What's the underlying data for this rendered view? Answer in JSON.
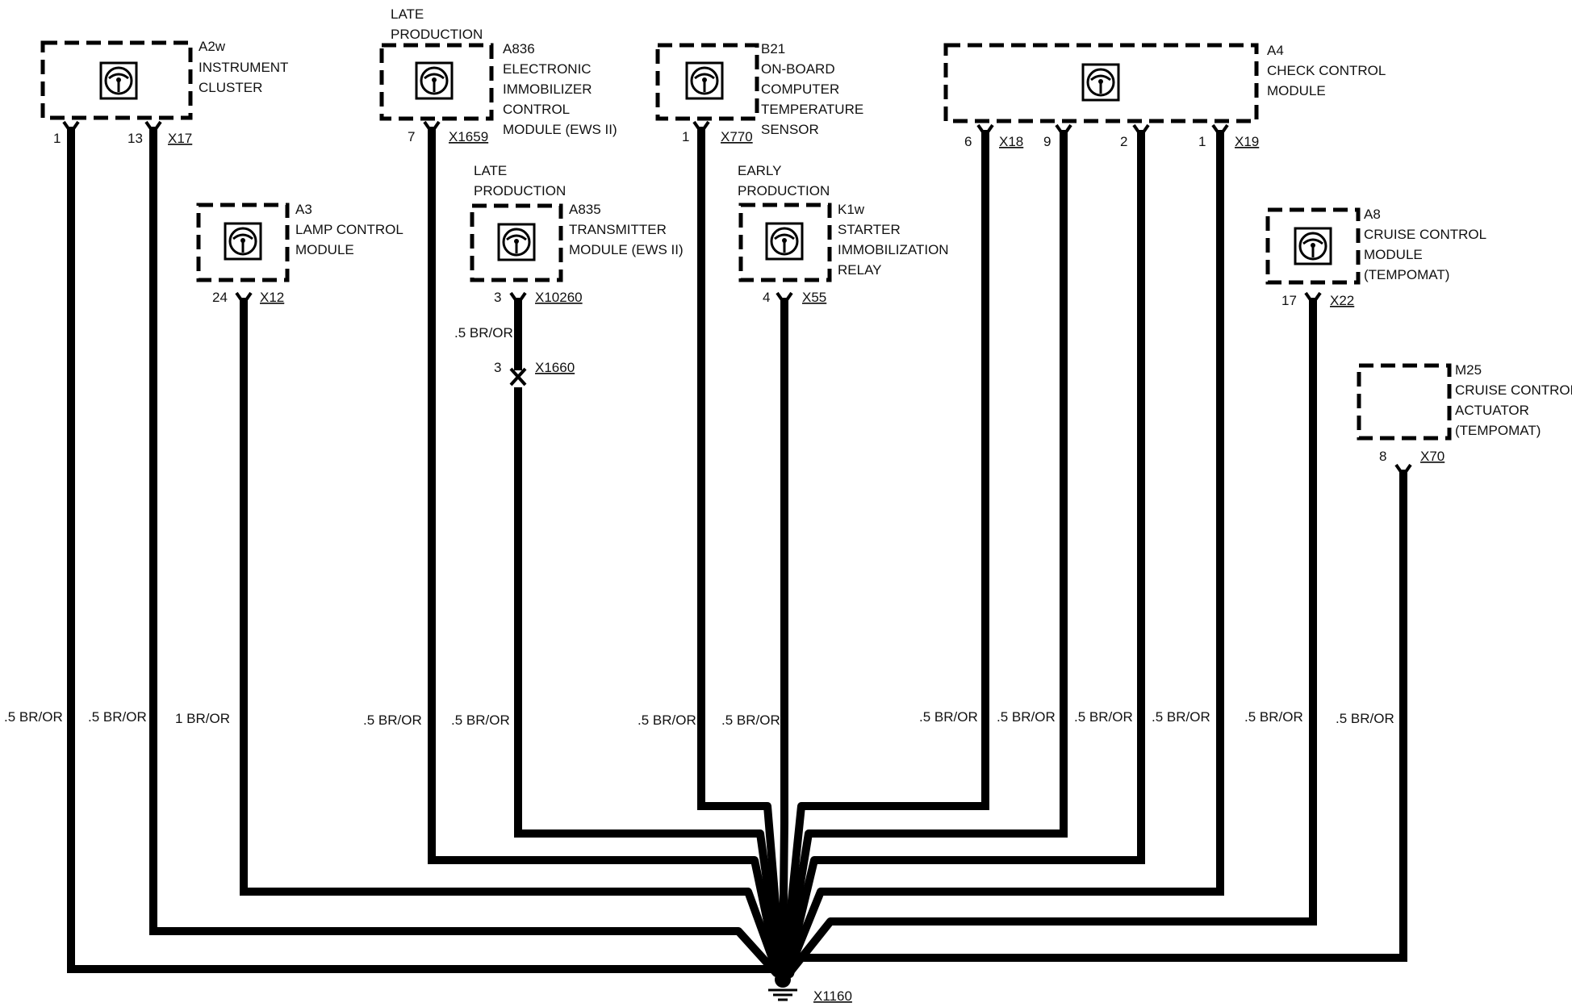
{
  "modules": {
    "a2w": {
      "id": "A2w",
      "l1": "INSTRUMENT",
      "l2": "CLUSTER",
      "connector": "X17",
      "pins": [
        "1",
        "13"
      ]
    },
    "a836": {
      "note1": "LATE",
      "note2": "PRODUCTION",
      "id": "A836",
      "l1": "ELECTRONIC",
      "l2": "IMMOBILIZER",
      "l3": "CONTROL",
      "l4": "MODULE (EWS II)",
      "connector": "X1659",
      "pin": "7"
    },
    "b21": {
      "id": "B21",
      "l1": "ON-BOARD",
      "l2": "COMPUTER",
      "l3": "TEMPERATURE",
      "l4": "SENSOR",
      "connector": "X770",
      "pin": "1"
    },
    "a4": {
      "id": "A4",
      "l1": "CHECK CONTROL",
      "l2": "MODULE",
      "connector_left": "X18",
      "connector_right": "X19",
      "pins": [
        "6",
        "9",
        "2",
        "1"
      ]
    },
    "a3": {
      "id": "A3",
      "l1": "LAMP CONTROL",
      "l2": "MODULE",
      "connector": "X12",
      "pin": "24"
    },
    "a835": {
      "note1": "LATE",
      "note2": "PRODUCTION",
      "id": "A835",
      "l1": "TRANSMITTER",
      "l2": "MODULE (EWS II)",
      "connector": "X10260",
      "pin": "3",
      "inline_connector": "X1660",
      "inline_pin": "3",
      "inline_wire": ".5 BR/OR"
    },
    "k1w": {
      "note1": "EARLY",
      "note2": "PRODUCTION",
      "id": "K1w",
      "l1": "STARTER",
      "l2": "IMMOBILIZATION",
      "l3": "RELAY",
      "connector": "X55",
      "pin": "4"
    },
    "a8": {
      "id": "A8",
      "l1": "CRUISE CONTROL",
      "l2": "MODULE",
      "l3": "(TEMPOMAT)",
      "connector": "X22",
      "pin": "17"
    },
    "m25": {
      "id": "M25",
      "l1": "CRUISE CONTROL",
      "l2": "ACTUATOR",
      "l3": "(TEMPOMAT)",
      "connector": "X70",
      "pin": "8"
    }
  },
  "wires": [
    ".5 BR/OR",
    ".5 BR/OR",
    "1 BR/OR",
    ".5 BR/OR",
    ".5 BR/OR",
    ".5 BR/OR",
    ".5 BR/OR",
    ".5 BR/OR",
    ".5 BR/OR",
    ".5 BR/OR",
    ".5 BR/OR",
    ".5 BR/OR",
    ".5 BR/OR"
  ],
  "ground": {
    "label": "X1160"
  },
  "icons": {
    "module": "steering-wheel-icon",
    "ground": "ground-icon"
  },
  "colors": {
    "ink": "#000000",
    "paper": "#ffffff"
  }
}
